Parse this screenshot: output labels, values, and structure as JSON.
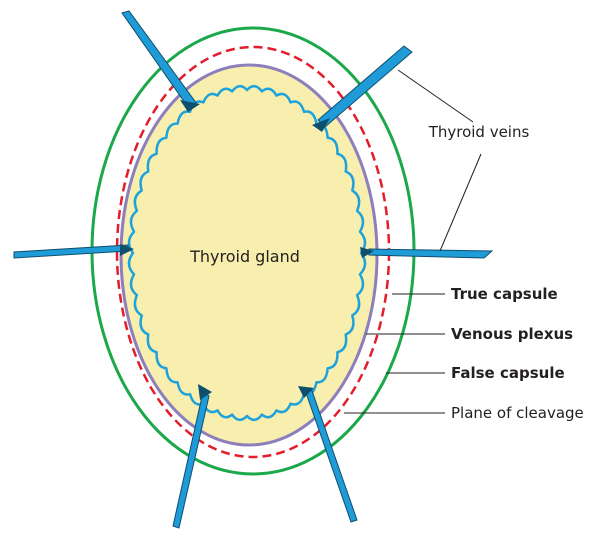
{
  "diagram": {
    "labels": {
      "center": "Thyroid gland",
      "veins": "Thyroid veins",
      "true_capsule": "True capsule",
      "venous_plexus": "Venous plexus",
      "false_capsule": "False capsule",
      "plane_of_cleavage": "Plane of cleavage"
    },
    "colors": {
      "gland_fill": "#f8efae",
      "gland_outline": "#1ea2dc",
      "true_capsule": "#8c7fbc",
      "plane_of_cleavage": "#e31d2b",
      "false_capsule": "#1ba84a",
      "vein": "#1f9bd7",
      "leader_line": "#231f20"
    }
  }
}
